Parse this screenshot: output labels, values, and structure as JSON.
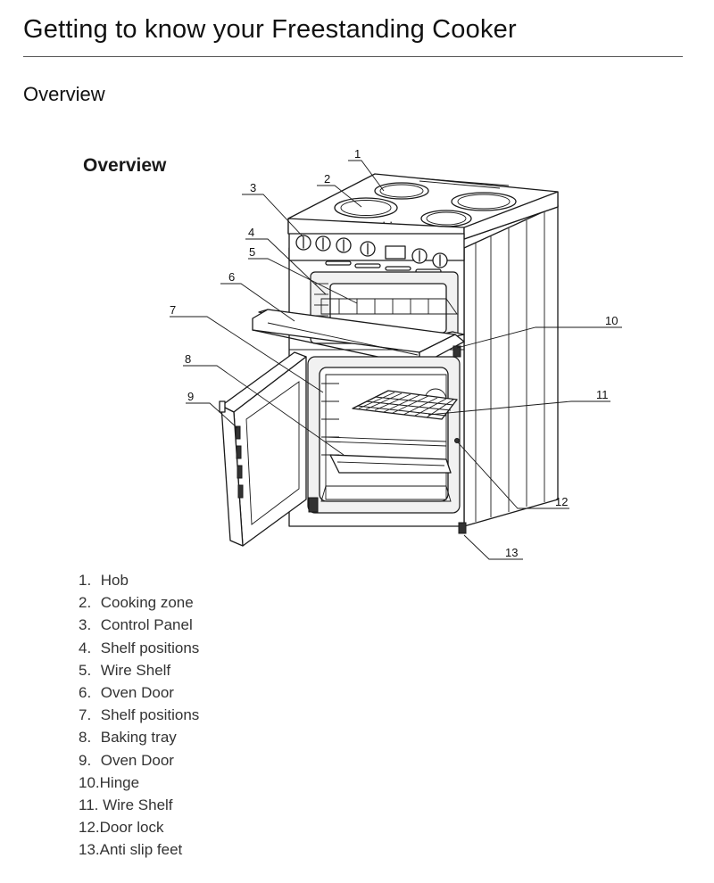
{
  "page": {
    "title": "Getting to know your Freestanding Cooker",
    "section_heading": "Overview"
  },
  "diagram": {
    "title": "Overview",
    "callouts": [
      "1",
      "2",
      "3",
      "4",
      "5",
      "6",
      "7",
      "8",
      "9",
      "10",
      "11",
      "12",
      "13"
    ]
  },
  "legend": [
    {
      "num": "1.",
      "label": "Hob"
    },
    {
      "num": "2.",
      "label": "Cooking zone"
    },
    {
      "num": "3.",
      "label": "Control Panel"
    },
    {
      "num": "4.",
      "label": "Shelf positions"
    },
    {
      "num": "5.",
      "label": "Wire Shelf"
    },
    {
      "num": "6.",
      "label": "Oven Door"
    },
    {
      "num": "7.",
      "label": "Shelf positions"
    },
    {
      "num": "8.",
      "label": "Baking tray"
    },
    {
      "num": "9.",
      "label": "Oven Door"
    },
    {
      "num": "10.",
      "label": "Hinge"
    },
    {
      "num": "11.",
      "label": "Wire Shelf"
    },
    {
      "num": "12.",
      "label": "Door lock"
    },
    {
      "num": "13.",
      "label": "Anti slip feet"
    }
  ]
}
